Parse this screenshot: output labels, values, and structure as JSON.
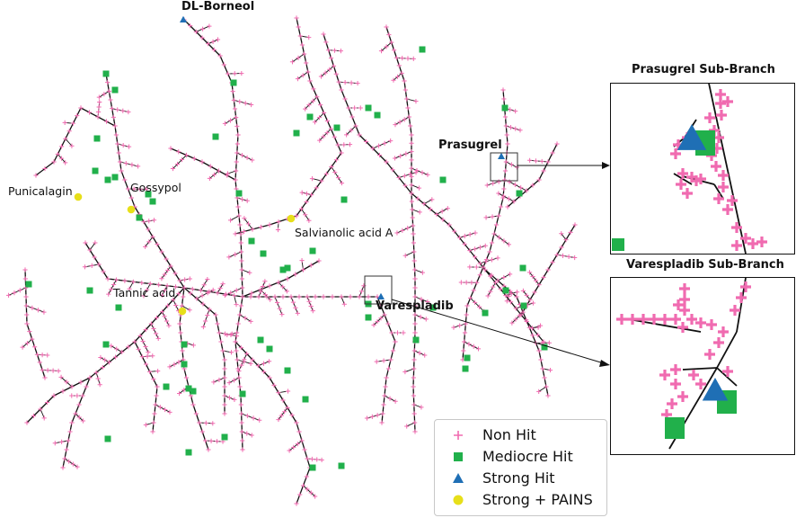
{
  "colors": {
    "non_hit": "#f06bb0",
    "mediocre_hit": "#21b04b",
    "strong_hit": "#1f6fb5",
    "strong_pains": "#e7df1a",
    "edge": "#111111"
  },
  "compound_labels": {
    "dl_borneol": "DL-Borneol",
    "prasugrel": "Prasugrel",
    "varespladib": "Varespladib",
    "punicalagin": "Punicalagin",
    "gossypol": "Gossypol",
    "tannic_acid": "Tannic acid",
    "salvianolic_acid_a": "Salvianolic acid A"
  },
  "insets": {
    "prasugrel_title": "Prasugrel Sub-Branch",
    "varespladib_title": "Varespladib  Sub-Branch"
  },
  "legend": {
    "items": [
      {
        "label": "Non Hit",
        "icon": "plus-icon"
      },
      {
        "label": "Mediocre Hit",
        "icon": "square-icon"
      },
      {
        "label": "Strong Hit",
        "icon": "triangle-icon"
      },
      {
        "label": "Strong + PAINS",
        "icon": "circle-icon"
      }
    ]
  }
}
